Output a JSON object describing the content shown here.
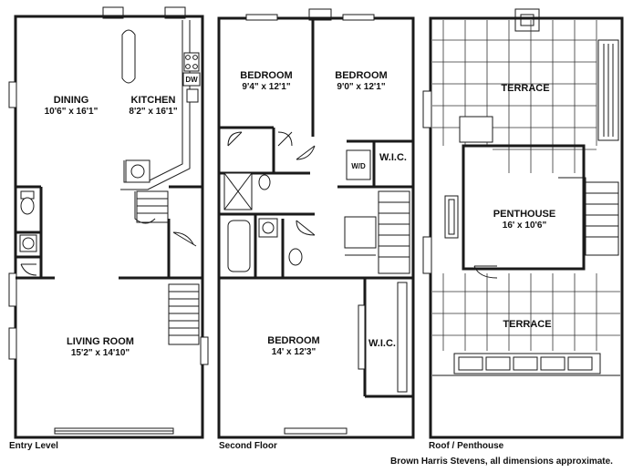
{
  "floors": {
    "entry": {
      "label": "Entry Level",
      "rooms": {
        "dining": {
          "name": "DINING",
          "dims": "10'6\" x 16'1\""
        },
        "kitchen": {
          "name": "KITCHEN",
          "dims": "8'2\" x 16'1\""
        },
        "living": {
          "name": "LIVING ROOM",
          "dims": "15'2\" x 14'10\""
        }
      },
      "dishwasher_label": "DW"
    },
    "second": {
      "label": "Second Floor",
      "rooms": {
        "bedroom_a": {
          "name": "BEDROOM",
          "dims": "9'4\" x 12'1\""
        },
        "bedroom_b": {
          "name": "BEDROOM",
          "dims": "9'0\" x 12'1\""
        },
        "bedroom_c": {
          "name": "BEDROOM",
          "dims": "14' x 12'3\""
        },
        "wic_upper": {
          "name": "W.I.C."
        },
        "wic_lower": {
          "name": "W.I.C."
        },
        "washer_dryer": {
          "name": "W/D"
        }
      }
    },
    "roof": {
      "label": "Roof / Penthouse",
      "rooms": {
        "terrace_upper": {
          "name": "TERRACE"
        },
        "penthouse": {
          "name": "PENTHOUSE",
          "dims": "16' x 10'6\""
        },
        "terrace_lower": {
          "name": "TERRACE"
        }
      }
    }
  },
  "credit": "Brown Harris Stevens, all dimensions approximate."
}
